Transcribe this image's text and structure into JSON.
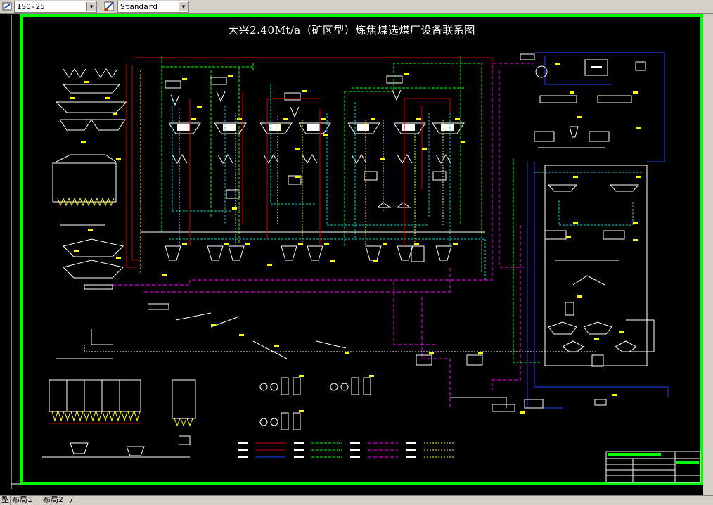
{
  "toolbar": {
    "dimstyle_value": "ISO-25",
    "tablestyle_value": "Standard",
    "dimstyle_icon": "dimension-style-icon",
    "tablestyle_icon": "table-style-icon"
  },
  "drawing": {
    "title": "大兴2.40Mt/a（矿区型）炼焦煤选煤厂设备联系图",
    "border_color": "#00ff00",
    "line_colors": {
      "white": "#ffffff",
      "red": "#d00000",
      "green": "#00ff00",
      "cyan": "#00cccc",
      "yellow": "#ffff00",
      "magenta": "#ff00ff",
      "blue": "#2040ff",
      "pink": "#ff60ff"
    }
  },
  "layout_tabs": {
    "model_partial": "型",
    "tab1": "布局1",
    "tab2": "布局2"
  }
}
